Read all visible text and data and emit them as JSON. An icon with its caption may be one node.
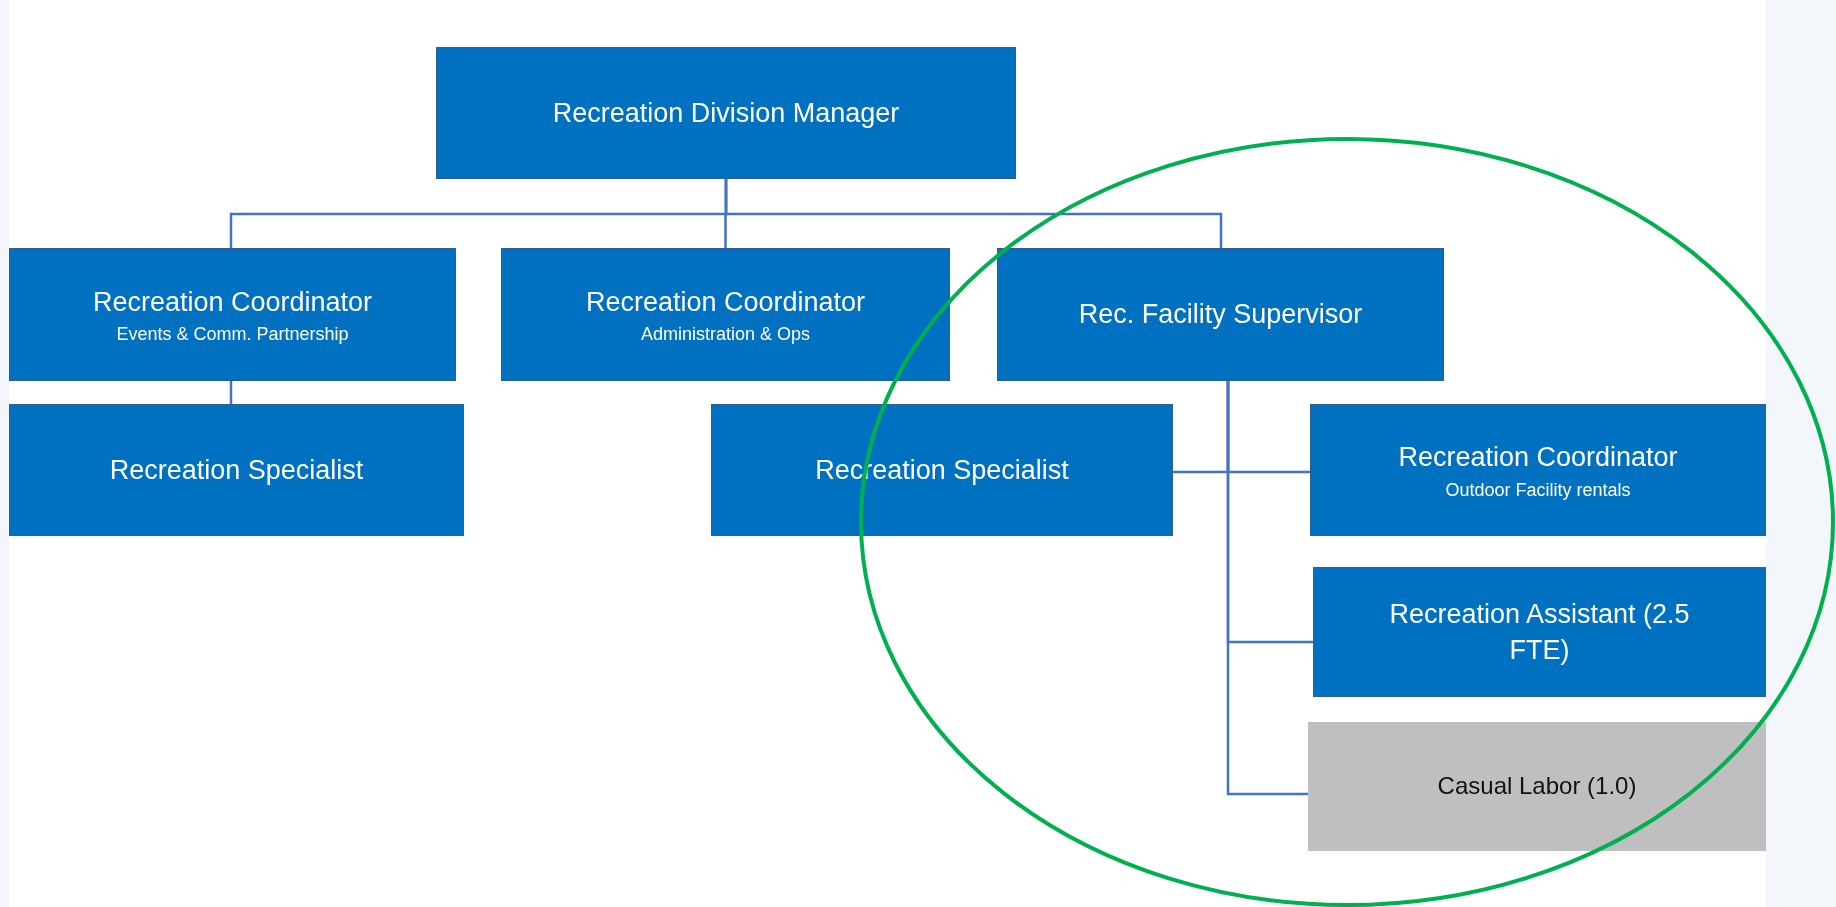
{
  "diagram": {
    "nodes": [
      {
        "text": [
          "Recreation Division Manager"
        ]
      },
      {
        "text": [
          "Recreation Coordinator",
          "Events & Comm. Partnership"
        ]
      },
      {
        "text": [
          "Recreation Coordinator",
          "Administration & Ops"
        ]
      },
      {
        "text": [
          "Rec. Facility Supervisor"
        ]
      },
      {
        "text": [
          "Recreation Specialist"
        ]
      },
      {
        "text": [
          "Recreation Specialist"
        ]
      },
      {
        "text": [
          "Recreation Coordinator",
          "Outdoor Facility rentals"
        ]
      },
      {
        "text": [
          "Recreation Assistant (2.5 FTE)"
        ]
      },
      {
        "text": [
          "Casual Labor (1.0)"
        ]
      }
    ],
    "edges": [
      {
        "from": 0,
        "to": 1,
        "arrow": "none"
      },
      {
        "from": 0,
        "to": 2,
        "arrow": "none"
      },
      {
        "from": 0,
        "to": 3,
        "arrow": "none"
      },
      {
        "from": 1,
        "to": 4,
        "arrow": "none"
      },
      {
        "from": 3,
        "to": 5,
        "arrow": "none"
      },
      {
        "from": 3,
        "to": 6,
        "arrow": "none"
      },
      {
        "from": 3,
        "to": 7,
        "arrow": "none"
      },
      {
        "from": 3,
        "to": 8,
        "arrow": "none"
      }
    ]
  }
}
